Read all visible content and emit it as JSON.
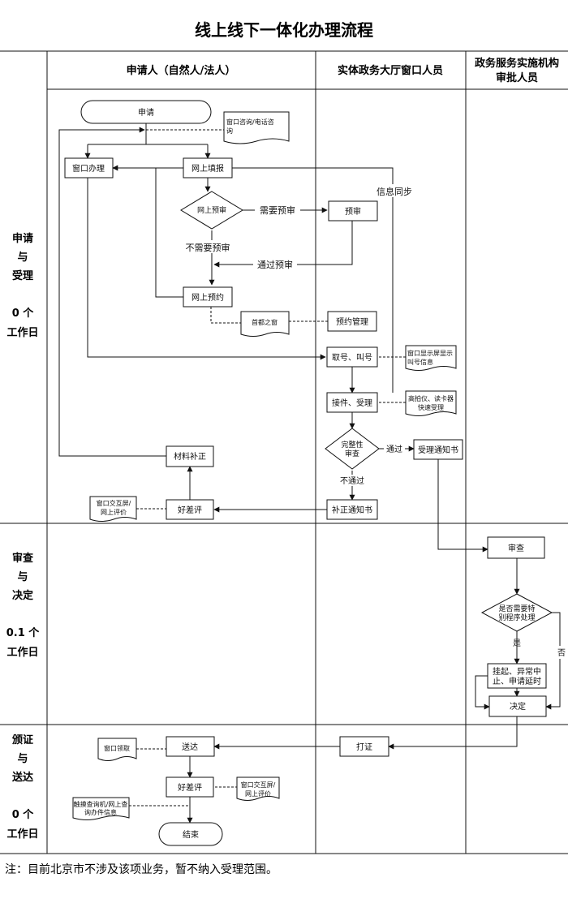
{
  "title": "线上线下一体化办理流程",
  "lanes": {
    "applicant": "申请人（自然人/法人）",
    "hall_staff": "实体政务大厅窗口人员",
    "approver_line1": "政务服务实施机构",
    "approver_line2": "审批人员"
  },
  "stages": {
    "s1": {
      "line1": "申请",
      "line2": "与",
      "line3": "受理",
      "days": "0 个",
      "unit": "工作日"
    },
    "s2": {
      "line1": "审查",
      "line2": "与",
      "line3": "决定",
      "days": "0.1 个",
      "unit": "工作日"
    },
    "s3": {
      "line1": "颁证",
      "line2": "与",
      "line3": "送达",
      "days": "0 个",
      "unit": "工作日"
    }
  },
  "nodes": {
    "apply": "申请",
    "consult_line1": "窗口咨询/电话咨",
    "consult_line2": "询",
    "window": "窗口办理",
    "online_fill": "网上填报",
    "pre_review_q": "网上预审",
    "pre_review": "预审",
    "online_appoint": "网上预约",
    "capital_window": "首都之窗",
    "appoint_mgmt": "预约管理",
    "queue": "取号、叫号",
    "screen_line1": "窗口显示屏显示",
    "screen_line2": "叫号信息",
    "accept": "接件、受理",
    "scanner_line1": "高拍仪、读卡器",
    "scanner_line2": "快速受理",
    "complete_q_line1": "完整性",
    "complete_q_line2": "审查",
    "accept_notice": "受理通知书",
    "supplement": "材料补正",
    "supplement_notice": "补正通知书",
    "rating1": "好差评",
    "kiosk1_line1": "窗口交互屏/",
    "kiosk1_line2": "网上评价",
    "review": "审查",
    "special_q_line1": "是否需要特",
    "special_q_line2": "别程序处理",
    "suspend_line1": "挂起、异常中",
    "suspend_line2": "止、申请延时",
    "decision": "决定",
    "print": "打证",
    "deliver": "送达",
    "window_pickup": "窗口领取",
    "rating2": "好差评",
    "kiosk2_line1": "窗口交互屏/",
    "kiosk2_line2": "网上评价",
    "touch_line1": "触摸查询机/网上查",
    "touch_line2": "询办件信息",
    "end": "结束"
  },
  "edges": {
    "need_pre": "需要预审",
    "no_need_pre": "不需要预审",
    "pass_pre": "通过预审",
    "info_sync": "信息同步",
    "pass": "通过",
    "fail": "不通过",
    "yes": "是",
    "no": "否"
  },
  "footnote": "注：目前北京市不涉及该项业务，暂不纳入受理范围。"
}
